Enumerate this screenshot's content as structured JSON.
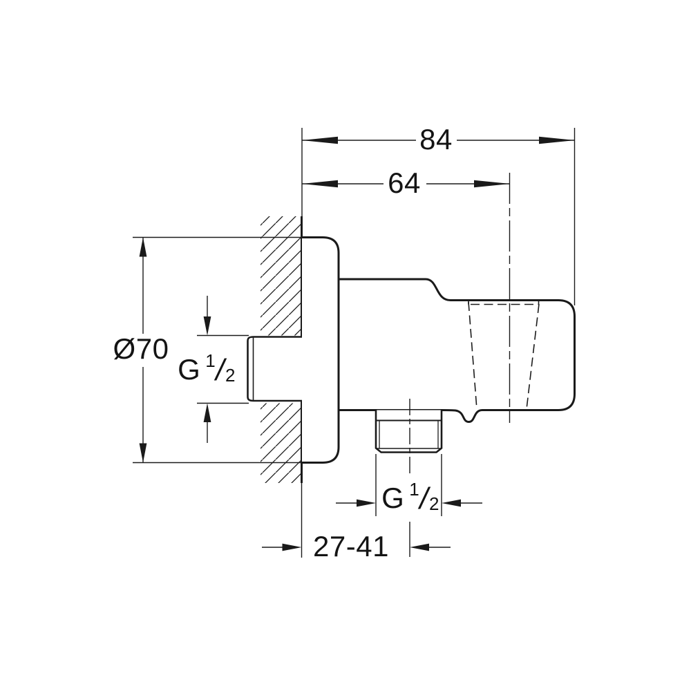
{
  "drawing": {
    "type": "technical-dimension-drawing",
    "background_color": "#ffffff",
    "line_color": "#1a1a1a",
    "labels": {
      "overall_depth": "84",
      "holder_center_depth": "64",
      "escutcheon_diameter": "Ø70",
      "wall_depth_range": "27-41",
      "rear_thread": {
        "prefix": "G",
        "numerator": "1",
        "slash": "/",
        "denominator": "2"
      },
      "bottom_thread": {
        "prefix": "G",
        "numerator": "1",
        "slash": "/",
        "denominator": "2"
      }
    }
  }
}
